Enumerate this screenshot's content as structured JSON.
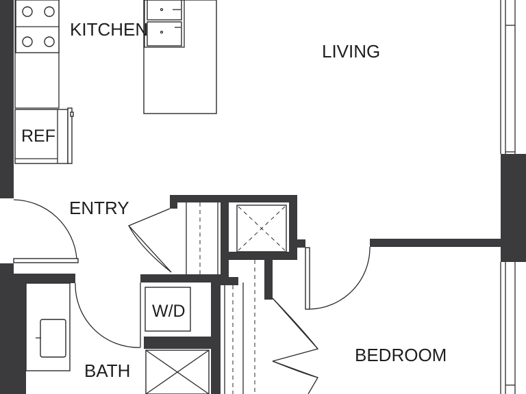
{
  "rooms": {
    "kitchen": "KITCHEN",
    "living": "LIVING",
    "entry": "ENTRY",
    "bath": "BATH",
    "bedroom": "BEDROOM"
  },
  "fixtures": {
    "refrigerator": "REF",
    "washer_dryer": "W/D"
  },
  "colors": {
    "wall": "#3b3b3d",
    "line": "#2a2a2a",
    "background": "#ffffff"
  }
}
